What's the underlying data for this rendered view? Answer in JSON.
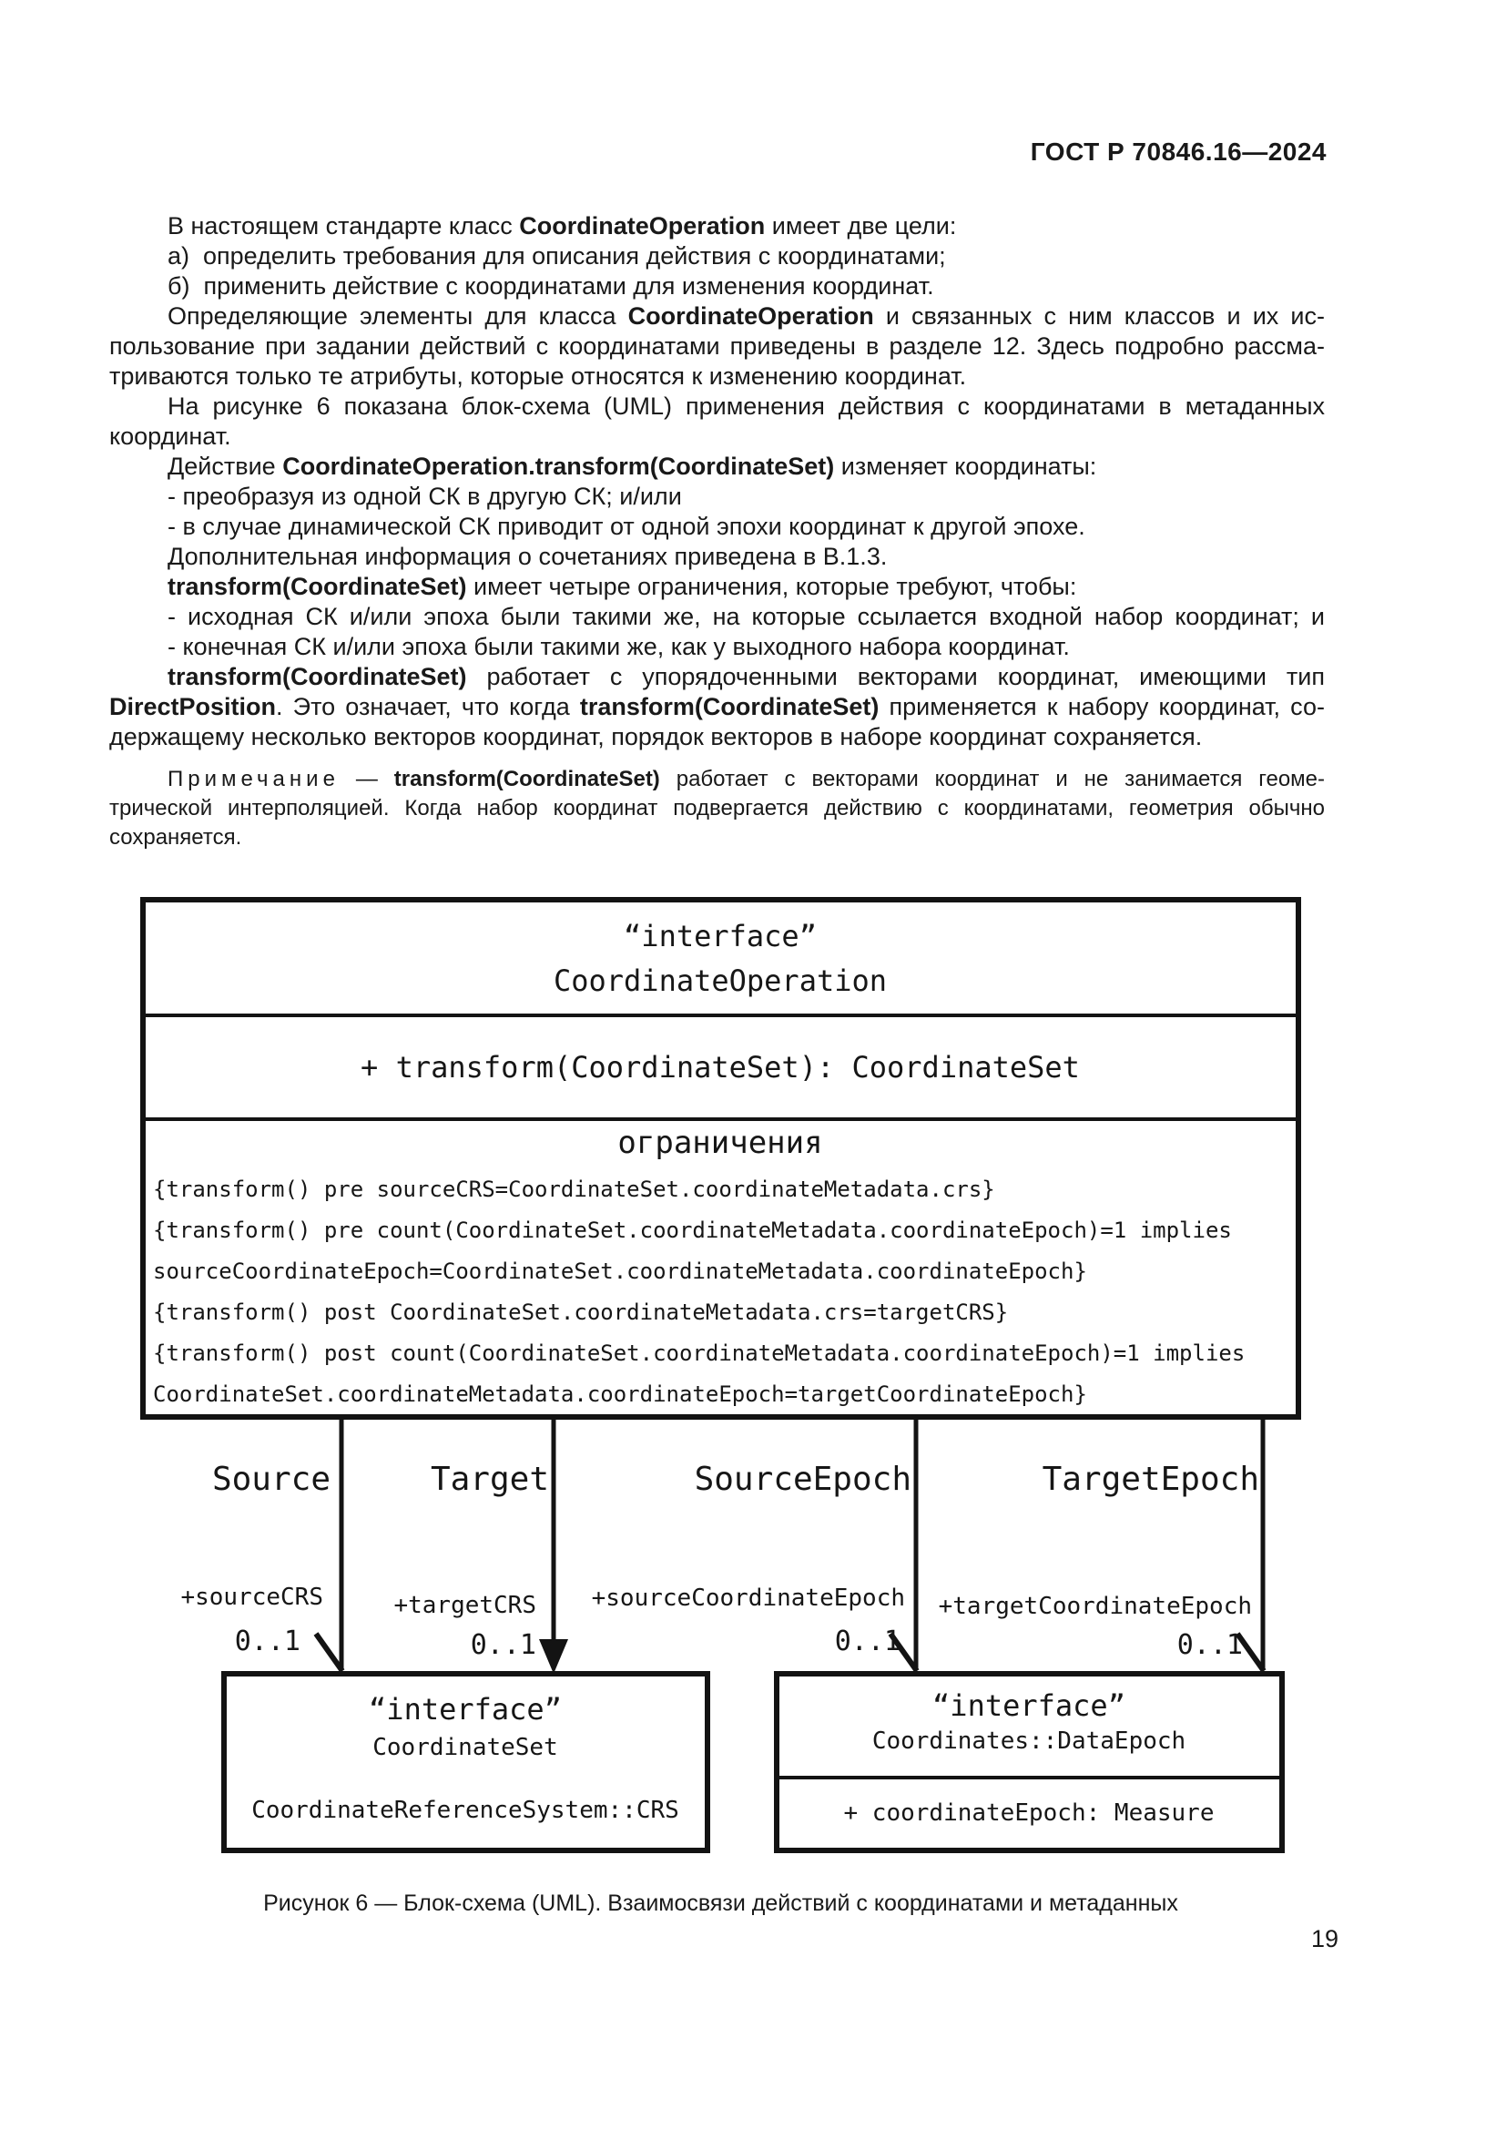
{
  "page": {
    "header": "ГОСТ Р 70846.16—2024",
    "page_number": "19",
    "figure_caption": "Рисунок 6 — Блок-схема (UML). Взаимосвязи действий с координатами и метаданных"
  },
  "colors": {
    "ink": "#191919",
    "paper": "#ffffff"
  },
  "body": {
    "lines": [
      {
        "indent": true,
        "justify": false,
        "segments": [
          {
            "t": "В настоящем стандарте класс "
          },
          {
            "t": "CoordinateOperation",
            "b": true
          },
          {
            "t": " имеет две цели:"
          }
        ]
      },
      {
        "indent": true,
        "justify": false,
        "segments": [
          {
            "t": "а)  определить требования для описания действия с координатами;"
          }
        ]
      },
      {
        "indent": true,
        "justify": false,
        "segments": [
          {
            "t": "б)  применить действие с координатами для изменения координат."
          }
        ]
      },
      {
        "indent": true,
        "justify": true,
        "segments": [
          {
            "t": "Определяющие элементы для класса "
          },
          {
            "t": "CoordinateOperation",
            "b": true
          },
          {
            "t": " и связанных с ним классов и их ис-"
          }
        ]
      },
      {
        "indent": false,
        "justify": true,
        "segments": [
          {
            "t": "пользование при задании действий с координатами приведены в разделе 12. Здесь подробно рассма-"
          }
        ]
      },
      {
        "indent": false,
        "justify": false,
        "segments": [
          {
            "t": "триваются только те атрибуты, которые относятся к изменению координат."
          }
        ]
      },
      {
        "indent": true,
        "justify": true,
        "segments": [
          {
            "t": "На рисунке 6 показана блок-схема (UML) применения действия с координатами в метаданных"
          }
        ]
      },
      {
        "indent": false,
        "justify": false,
        "segments": [
          {
            "t": "координат."
          }
        ]
      },
      {
        "indent": true,
        "justify": false,
        "segments": [
          {
            "t": "Действие "
          },
          {
            "t": "CoordinateOperation.transform(CoordinateSet)",
            "b": true
          },
          {
            "t": " изменяет координаты:"
          }
        ]
      },
      {
        "indent": true,
        "justify": false,
        "segments": [
          {
            "t": "- преобразуя из одной СК в другую СК; и/или"
          }
        ]
      },
      {
        "indent": true,
        "justify": false,
        "segments": [
          {
            "t": "- в случае динамической СК приводит от одной эпохи координат к другой эпохе."
          }
        ]
      },
      {
        "indent": true,
        "justify": false,
        "segments": [
          {
            "t": "Дополнительная информация о сочетаниях приведена в В.1.3."
          }
        ]
      },
      {
        "indent": true,
        "justify": false,
        "segments": [
          {
            "t": "transform(CoordinateSet)",
            "b": true
          },
          {
            "t": " имеет четыре ограничения, которые требуют, чтобы:"
          }
        ]
      },
      {
        "indent": true,
        "justify": true,
        "segments": [
          {
            "t": "- исходная СК и/или эпоха были такими же, на которые ссылается входной набор координат; и"
          }
        ]
      },
      {
        "indent": true,
        "justify": false,
        "segments": [
          {
            "t": "- конечная СК и/или эпоха были такими же, как у выходного набора координат."
          }
        ]
      },
      {
        "indent": true,
        "justify": true,
        "segments": [
          {
            "t": "transform(CoordinateSet)",
            "b": true
          },
          {
            "t": " работает с упорядоченными векторами координат, имеющими тип"
          }
        ]
      },
      {
        "indent": false,
        "justify": true,
        "segments": [
          {
            "t": "DirectPosition",
            "b": true
          },
          {
            "t": ". Это означает, что когда "
          },
          {
            "t": "transform(CoordinateSet)",
            "b": true
          },
          {
            "t": " применяется к набору координат, со-"
          }
        ]
      },
      {
        "indent": false,
        "justify": false,
        "segments": [
          {
            "t": "держащему несколько векторов координат, порядок векторов в наборе координат сохраняется."
          }
        ]
      }
    ],
    "note_lines": [
      {
        "indent": true,
        "justify": true,
        "segments": [
          {
            "t": "Примечание",
            "s": true
          },
          {
            "t": " — "
          },
          {
            "t": "transform(CoordinateSet)",
            "b": true
          },
          {
            "t": " работает с векторами координат и не занимается геоме-"
          }
        ]
      },
      {
        "indent": false,
        "justify": true,
        "segments": [
          {
            "t": "трической интерполяцией. Когда набор координат подвергается действию с координатами, геометрия обычно"
          }
        ]
      },
      {
        "indent": false,
        "justify": false,
        "segments": [
          {
            "t": "сохраняется."
          }
        ]
      }
    ]
  },
  "diagram": {
    "main_box": {
      "stereotype": "“interface”",
      "name": "CoordinateOperation",
      "operation": "+ transform(CoordinateSet): CoordinateSet",
      "constraints_title": "ограничения",
      "constraints": [
        "{transform() pre sourceCRS=CoordinateSet.coordinateMetadata.crs}",
        "{transform() pre count(CoordinateSet.coordinateMetadata.coordinateEpoch)=1 implies",
        "sourceCoordinateEpoch=CoordinateSet.coordinateMetadata.coordinateEpoch}",
        "{transform() post CoordinateSet.coordinateMetadata.crs=targetCRS}",
        "{transform() post count(CoordinateSet.coordinateMetadata.coordinateEpoch)=1 implies",
        "CoordinateSet.coordinateMetadata.coordinateEpoch=targetCoordinateEpoch}"
      ]
    },
    "associations": [
      {
        "label": "Source",
        "role": "+sourceCRS",
        "multiplicity": "0..1"
      },
      {
        "label": "Target",
        "role": "+targetCRS",
        "multiplicity": "0..1"
      },
      {
        "label": "SourceEpoch",
        "role": "+sourceCoordinateEpoch",
        "multiplicity": "0..1"
      },
      {
        "label": "TargetEpoch",
        "role": "+targetCoordinateEpoch",
        "multiplicity": "0..1"
      }
    ],
    "crs_box": {
      "stereotype": "“interface”",
      "name": "CoordinateSet",
      "type_line": "CoordinateReferenceSystem::CRS"
    },
    "epoch_box": {
      "stereotype": "“interface”",
      "name": "Coordinates::DataEpoch",
      "attribute": "+ coordinateEpoch: Measure"
    }
  }
}
